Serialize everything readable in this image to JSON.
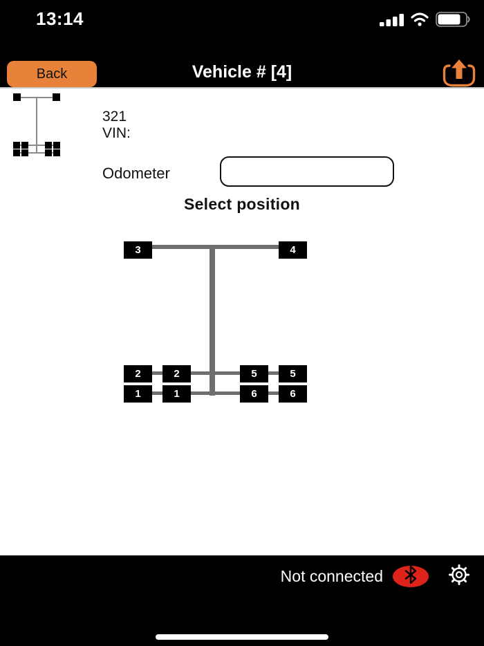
{
  "status_bar": {
    "time": "13:14"
  },
  "nav_bar": {
    "back_label": "Back",
    "title": "Vehicle # [4]"
  },
  "vehicle_info": {
    "vehicle_number": "321",
    "vin_label": "VIN:",
    "odometer_label": "Odometer",
    "odometer_value": ""
  },
  "select_position": {
    "heading": "Select position"
  },
  "diagram": {
    "positions": {
      "front_left": "3",
      "front_right": "4",
      "mid_left_outer": "2",
      "mid_left_inner": "2",
      "mid_right_inner": "5",
      "mid_right_outer": "5",
      "rear_left_outer": "1",
      "rear_left_inner": "1",
      "rear_right_inner": "6",
      "rear_right_outer": "6"
    }
  },
  "footer": {
    "connection_status": "Not connected"
  },
  "icons": {
    "status_bar": [
      "cellular-signal-icon",
      "wifi-icon",
      "battery-icon"
    ],
    "nav_bar": "share-upload-icon",
    "content": "vehicle-schematic-icon",
    "footer": [
      "bluetooth-icon",
      "gear-icon"
    ]
  },
  "colors": {
    "accent_orange": "#E8823B",
    "bluetooth_red": "#DE231B",
    "diagram_line_gray": "#6F6F6F"
  }
}
